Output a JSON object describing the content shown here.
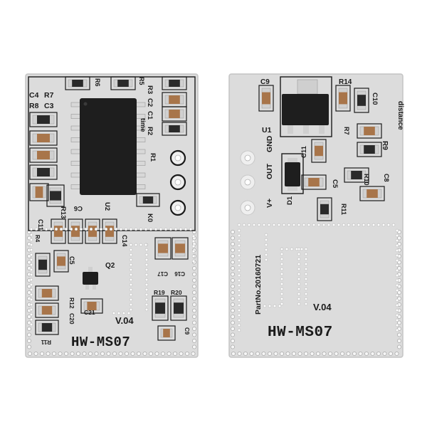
{
  "colors": {
    "background": "#ffffff",
    "board": "#dcdcdc",
    "board_edge": "#c4c4c4",
    "silkscreen": "#1a1a1a",
    "chip": "#1e1e1e",
    "resistor": "#2a2a2a",
    "capacitor": "#a8754a",
    "pad": "#f2f2f2"
  },
  "left_board": {
    "model": "HW-MS07",
    "version": "V.04",
    "refs": {
      "c4": "C4",
      "r7": "R7",
      "r8": "R8",
      "c3": "C3",
      "r6": "R6",
      "r5": "R5",
      "r3": "R3",
      "c2": "C2",
      "c1": "C1",
      "r2": "R2",
      "time": "time",
      "r1": "R1",
      "k0": "K0",
      "u2": "U2",
      "c6": "C6",
      "r13": "R13",
      "c11": "C11",
      "r4": "R4",
      "c14": "C14",
      "c5": "C5",
      "q2": "Q2",
      "c17": "C17",
      "c16": "C16",
      "r19": "R19",
      "r20": "R20",
      "r12": "R12",
      "c20": "C20",
      "c21": "C21",
      "r11": "R11",
      "c9": "C9"
    }
  },
  "right_board": {
    "model": "HW-MS07",
    "version": "V.04",
    "part_no": "PartNo.20160721",
    "refs": {
      "c9": "C9",
      "r14": "R14",
      "c10": "C10",
      "u1": "U1",
      "distance": "distance",
      "r9": "R9",
      "r7": "R7",
      "gnd": "GND",
      "out": "OUT",
      "vplus": "V+",
      "c11": "C11",
      "d1": "D1",
      "c5": "C5",
      "r10": "R10",
      "c8": "C8",
      "r11": "R11"
    }
  }
}
